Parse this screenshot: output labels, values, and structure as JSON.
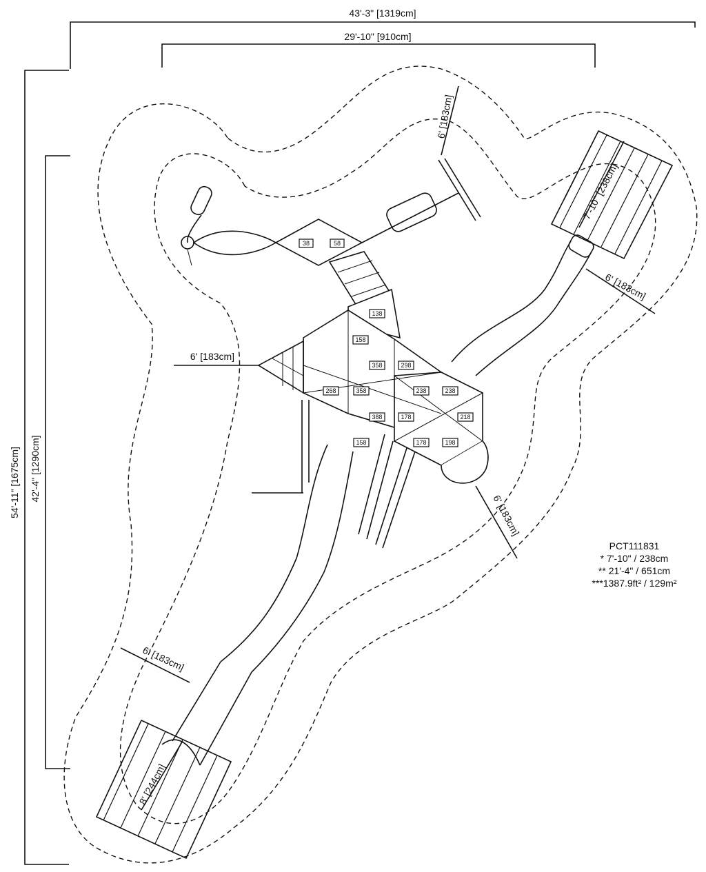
{
  "dimensions": {
    "overall_width": "43'-3\" [1319cm]",
    "inner_width": "29'-10\" [910cm]",
    "overall_height": "54'-11\" [1675cm]",
    "inner_height": "42'-4\" [1290cm]"
  },
  "clearances": {
    "top_right": "6' [183cm]",
    "top_right_zone": "7'-10\" [238cm]",
    "right_slide": "6' [183cm]",
    "left_middle": "6' [183cm]",
    "right_lower": "6' [183cm]",
    "bottom_left": "6' [183cm]",
    "bottom_zone": "8' [244cm]"
  },
  "deck_heights": [
    "38",
    "58",
    "138",
    "158",
    "358",
    "298",
    "268",
    "358",
    "238",
    "238",
    "388",
    "178",
    "218",
    "158",
    "178",
    "198"
  ],
  "notes": {
    "model": "PCT111831",
    "line1": "* 7'-10\" / 238cm",
    "line2": "** 21'-4\" / 651cm",
    "line3": "***1387.9ft² / 129m²"
  },
  "colors": {
    "ink": "#111111",
    "background": "#ffffff"
  }
}
